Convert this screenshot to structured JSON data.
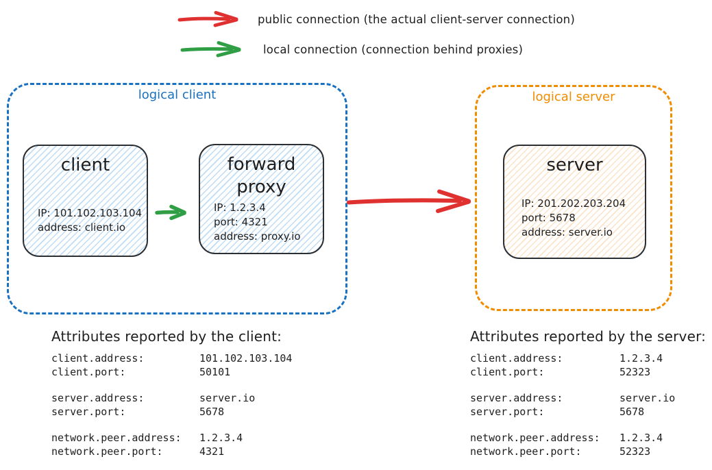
{
  "legend": {
    "items": [
      {
        "label": "public connection (the actual client-server connection)",
        "color": "#e03131"
      },
      {
        "label": "local connection (connection behind proxies)",
        "color": "#2f9e44"
      }
    ]
  },
  "diagram": {
    "logical_client": {
      "label": "logical client",
      "border_color": "#1971c2",
      "node_fill": "#ddeefc",
      "client": {
        "title": "client",
        "lines": [
          "IP: 101.102.103.104",
          "address: client.io"
        ]
      },
      "forward_proxy": {
        "title": "forward proxy",
        "lines": [
          "IP: 1.2.3.4",
          "port: 4321",
          "address: proxy.io"
        ]
      }
    },
    "logical_server": {
      "label": "logical server",
      "border_color": "#f08c00",
      "node_fill": "#fcf0e0",
      "server": {
        "title": "server",
        "lines": [
          "IP: 201.202.203.204",
          "port: 5678",
          "address: server.io"
        ]
      }
    },
    "connections": {
      "public_color": "#e03131",
      "local_color": "#2f9e44"
    }
  },
  "attributes_client": {
    "title": "Attributes reported by the client:",
    "groups": [
      {
        "rows": [
          {
            "name": "client.address:",
            "value": "101.102.103.104"
          },
          {
            "name": "client.port:",
            "value": "50101"
          }
        ]
      },
      {
        "rows": [
          {
            "name": "server.address:",
            "value": "server.io"
          },
          {
            "name": "server.port:",
            "value": "5678"
          }
        ]
      },
      {
        "rows": [
          {
            "name": "network.peer.address:",
            "value": "1.2.3.4"
          },
          {
            "name": "network.peer.port:",
            "value": "4321"
          }
        ]
      }
    ]
  },
  "attributes_server": {
    "title": "Attributes reported by the server:",
    "groups": [
      {
        "rows": [
          {
            "name": "client.address:",
            "value": "1.2.3.4"
          },
          {
            "name": "client.port:",
            "value": "52323"
          }
        ]
      },
      {
        "rows": [
          {
            "name": "server.address:",
            "value": "server.io"
          },
          {
            "name": "server.port:",
            "value": "5678"
          }
        ]
      },
      {
        "rows": [
          {
            "name": "network.peer.address:",
            "value": "1.2.3.4"
          },
          {
            "name": "network.peer.port:",
            "value": "52323"
          }
        ]
      }
    ]
  }
}
